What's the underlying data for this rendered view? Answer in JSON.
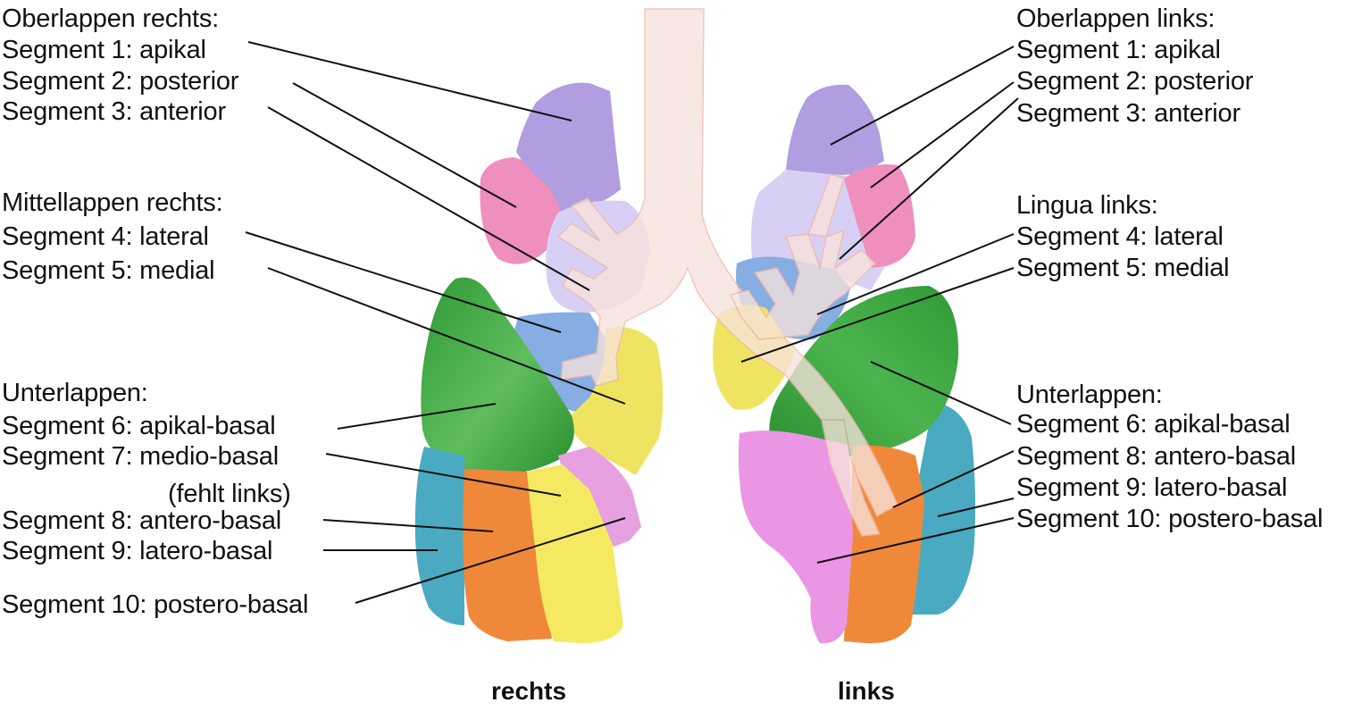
{
  "right_lung": {
    "upper_lobe": {
      "heading": "Oberlappen rechts:",
      "segments": [
        "Segment 1: apikal",
        "Segment 2: posterior",
        "Segment 3: anterior"
      ]
    },
    "middle_lobe": {
      "heading": "Mittellappen rechts:",
      "segments": [
        "Segment 4: lateral",
        "Segment 5: medial"
      ]
    },
    "lower_lobe": {
      "heading": "Unterlappen:",
      "segments": [
        "Segment 6: apikal-basal",
        "Segment 7: medio-basal",
        "(fehlt links)",
        "Segment 8: antero-basal",
        "Segment 9: latero-basal",
        "Segment 10: postero-basal"
      ]
    },
    "caption": "rechts"
  },
  "left_lung": {
    "upper_lobe": {
      "heading": "Oberlappen links:",
      "segments": [
        "Segment 1: apikal",
        "Segment 2: posterior",
        "Segment 3: anterior"
      ]
    },
    "lingula": {
      "heading": "Lingua links:",
      "segments": [
        "Segment 4: lateral",
        "Segment 5: medial"
      ]
    },
    "lower_lobe": {
      "heading": "Unterlappen:",
      "segments": [
        "Segment 6: apikal-basal",
        "Segment 8: antero-basal",
        "Segment 9: latero-basal",
        "Segment 10: postero-basal"
      ]
    },
    "caption": "links"
  },
  "colors": {
    "segment_1": "#b09ee0",
    "segment_2": "#ee8fbd",
    "segment_3": "#d8d0f4",
    "segment_4": "#86aee2",
    "segment_5": "#efe462",
    "segment_6": "#36a63c",
    "segment_7": "#e7a0e0",
    "segment_8": "#f0883a",
    "segment_9": "#4aaac2",
    "segment_10": "#ea96e4",
    "airway": "#f7e2dc",
    "airway_outline": "#efb8aa"
  }
}
